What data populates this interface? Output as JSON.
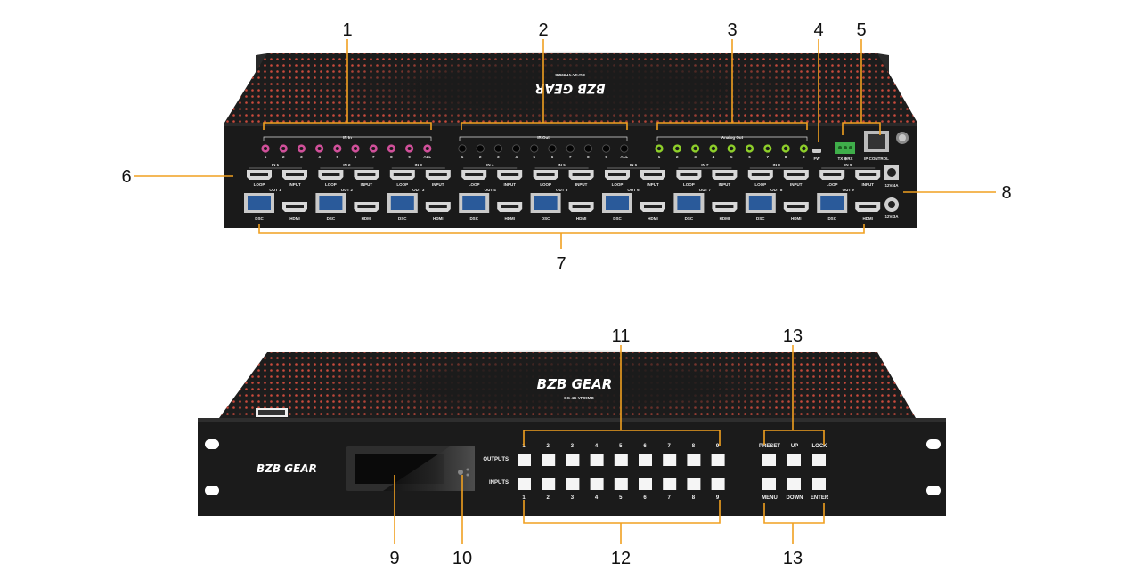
{
  "brand": {
    "logo_text": "BZB GEAR",
    "model_text": "BG-4K-VP99MB"
  },
  "callouts": [
    "1",
    "2",
    "3",
    "4",
    "5",
    "6",
    "7",
    "8",
    "9",
    "10",
    "11",
    "12",
    "13",
    "13"
  ],
  "rear_panel": {
    "ir_in_label": "IR In",
    "ir_out_label": "IR Out",
    "analog_out_label": "Analog Out",
    "fw_label": "FW",
    "txrx_label": "TX ⊕RX",
    "ip_control_label": "IP CONTROL",
    "all_label": "ALL",
    "port_numbers": [
      "1",
      "2",
      "3",
      "4",
      "5",
      "6",
      "7",
      "8",
      "9"
    ],
    "in_labels": [
      "IN 1",
      "IN 2",
      "IN 3",
      "IN 4",
      "IN 5",
      "IN 6",
      "IN 7",
      "IN 8",
      "IN 9"
    ],
    "out_labels": [
      "OUT 1",
      "OUT 2",
      "OUT 3",
      "OUT 4",
      "OUT 5",
      "OUT 6",
      "OUT 7",
      "OUT 8",
      "OUT 9"
    ],
    "loop_label": "LOOP",
    "input_label": "INPUT",
    "dsc_label": "DSC",
    "hdmi_label": "HDMI",
    "power_in_label": "12V/4A",
    "power_out_label": "12V/3A"
  },
  "front_panel": {
    "outputs_label": "OUTPUTS",
    "inputs_label": "INPUTS",
    "button_numbers": [
      "1",
      "2",
      "3",
      "4",
      "5",
      "6",
      "7",
      "8",
      "9"
    ],
    "preset_label": "PRESET",
    "up_label": "UP",
    "lock_label": "LOCK",
    "menu_label": "MENU",
    "down_label": "DOWN",
    "enter_label": "ENTER"
  },
  "colors": {
    "leader_line": "#f0a020",
    "chassis": "#1c1c1c",
    "top_pattern": "#c94a3c",
    "ir_in_port": "#d0509a",
    "analog_port": "#8ecf2a",
    "rj45": "#2a5a9a"
  }
}
